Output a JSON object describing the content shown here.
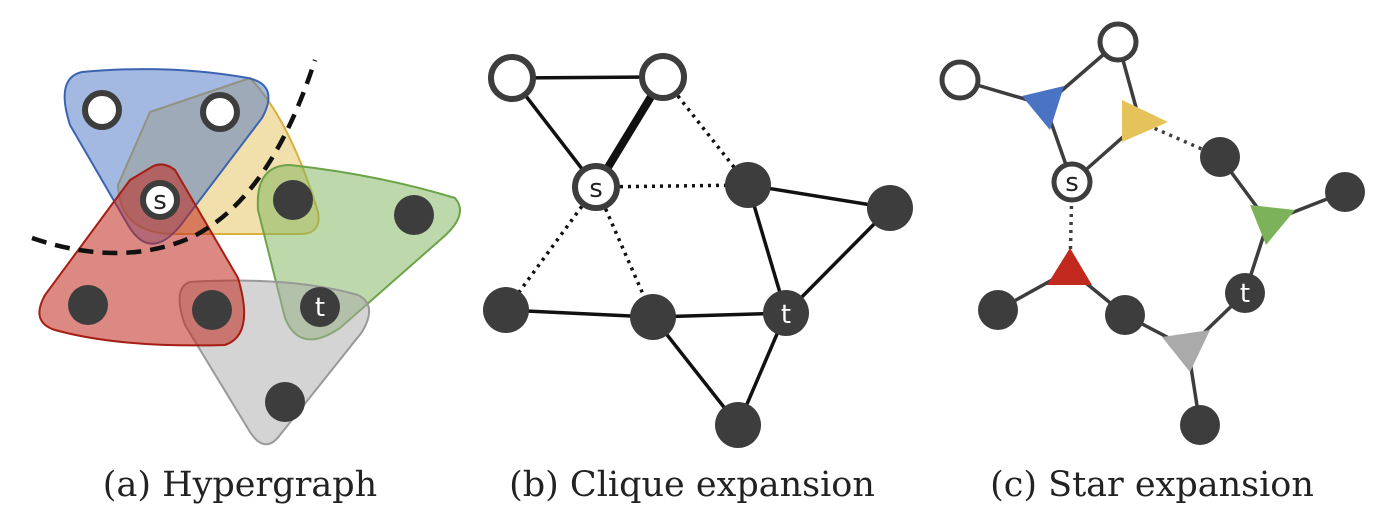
{
  "panels": [
    {
      "id": "a",
      "caption": "(a) Hypergraph"
    },
    {
      "id": "b",
      "caption": "(b) Clique expansion"
    },
    {
      "id": "c",
      "caption": "(c) Star expansion"
    }
  ],
  "node_labels": {
    "source": "s",
    "target": "t"
  },
  "colors": {
    "blue_hyperedge": "#4a73c4",
    "yellow_hyperedge": "#e6c25a",
    "green_hyperedge": "#7cb35a",
    "red_hyperedge": "#c1281e",
    "gray_hyperedge": "#aaaaaa",
    "node_dark": "#3d3d3d",
    "node_open": "#ffffff",
    "edge": "#111111",
    "cut_line": "#111111"
  }
}
